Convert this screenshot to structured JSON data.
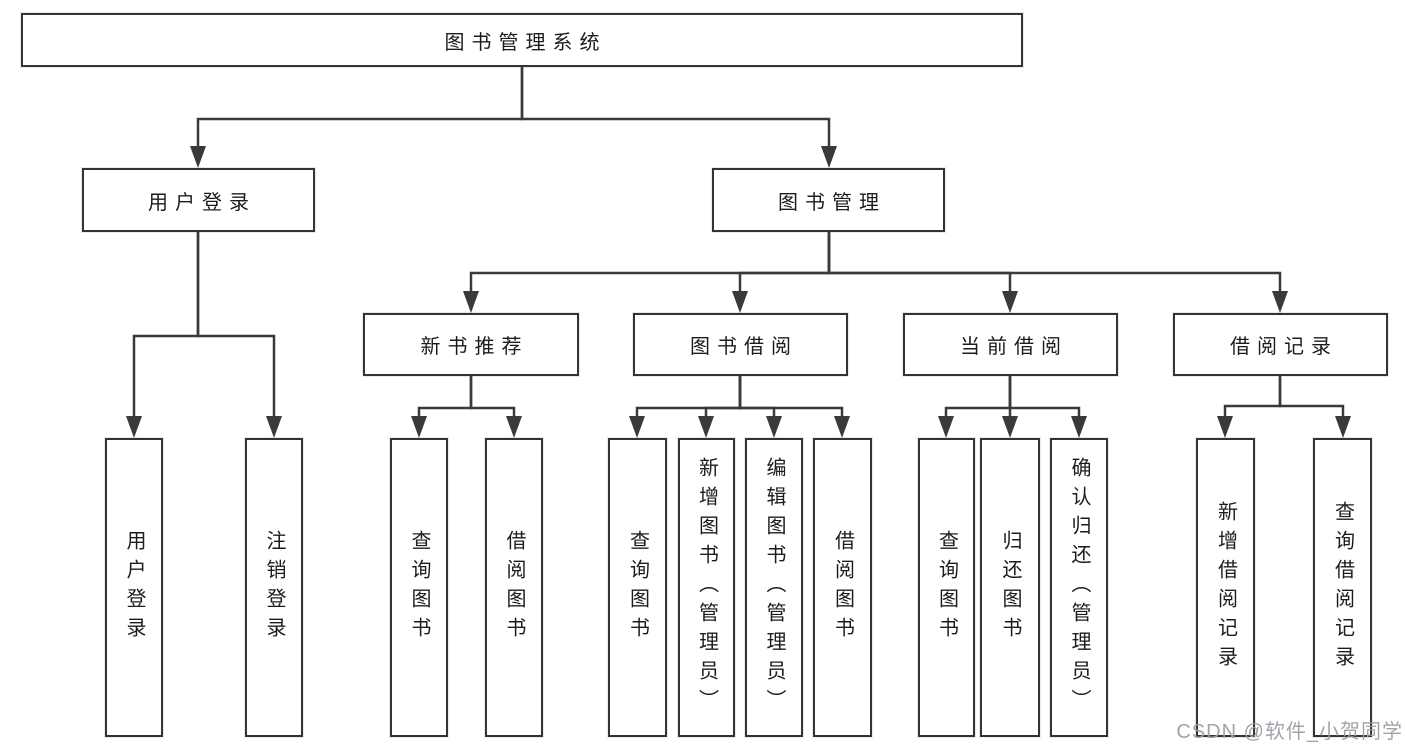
{
  "diagram": {
    "type": "hierarchy-tree",
    "orientation": "top-down",
    "root_label": "图书管理系统",
    "hierarchy": {
      "图书管理系统": {
        "用户登录": [
          "用户登录",
          "注销登录"
        ],
        "图书管理": {
          "新书推荐": [
            "查询图书",
            "借阅图书"
          ],
          "图书借阅": [
            "查询图书",
            "新增图书（管理员）",
            "编辑图书（管理员）",
            "借阅图书"
          ],
          "当前借阅": [
            "查询图书",
            "归还图书",
            "确认归还（管理员）"
          ],
          "借阅记录": [
            "新增借阅记录",
            "查询借阅记录"
          ]
        }
      }
    }
  },
  "nodes": {
    "root": "图书管理系统",
    "user_login": "用户登录",
    "book_management": "图书管理",
    "new_book_recommend": "新书推荐",
    "book_borrowing": "图书借阅",
    "current_borrowing": "当前借阅",
    "borrowing_records": "借阅记录",
    "leaf_user_login": "用户登录",
    "leaf_logout": "注销登录",
    "leaf_nbr_query_books": "查询图书",
    "leaf_nbr_borrow_books": "借阅图书",
    "leaf_bb_query_books": "查询图书",
    "leaf_bb_add_books": "新增图书（管理员）",
    "leaf_bb_edit_books": "编辑图书（管理员）",
    "leaf_bb_borrow_books": "借阅图书",
    "leaf_cb_query_books": "查询图书",
    "leaf_cb_return_books": "归还图书",
    "leaf_cb_confirm_return": "确认归还（管理员）",
    "leaf_br_add_record": "新增借阅记录",
    "leaf_br_query_record": "查询借阅记录"
  },
  "watermark": "CSDN @软件_小贺同学",
  "colors": {
    "line": "#3a3a3a",
    "box_border": "#333333",
    "text": "#1c1c1c",
    "watermark": "#9b9fa4",
    "background": "#ffffff"
  }
}
